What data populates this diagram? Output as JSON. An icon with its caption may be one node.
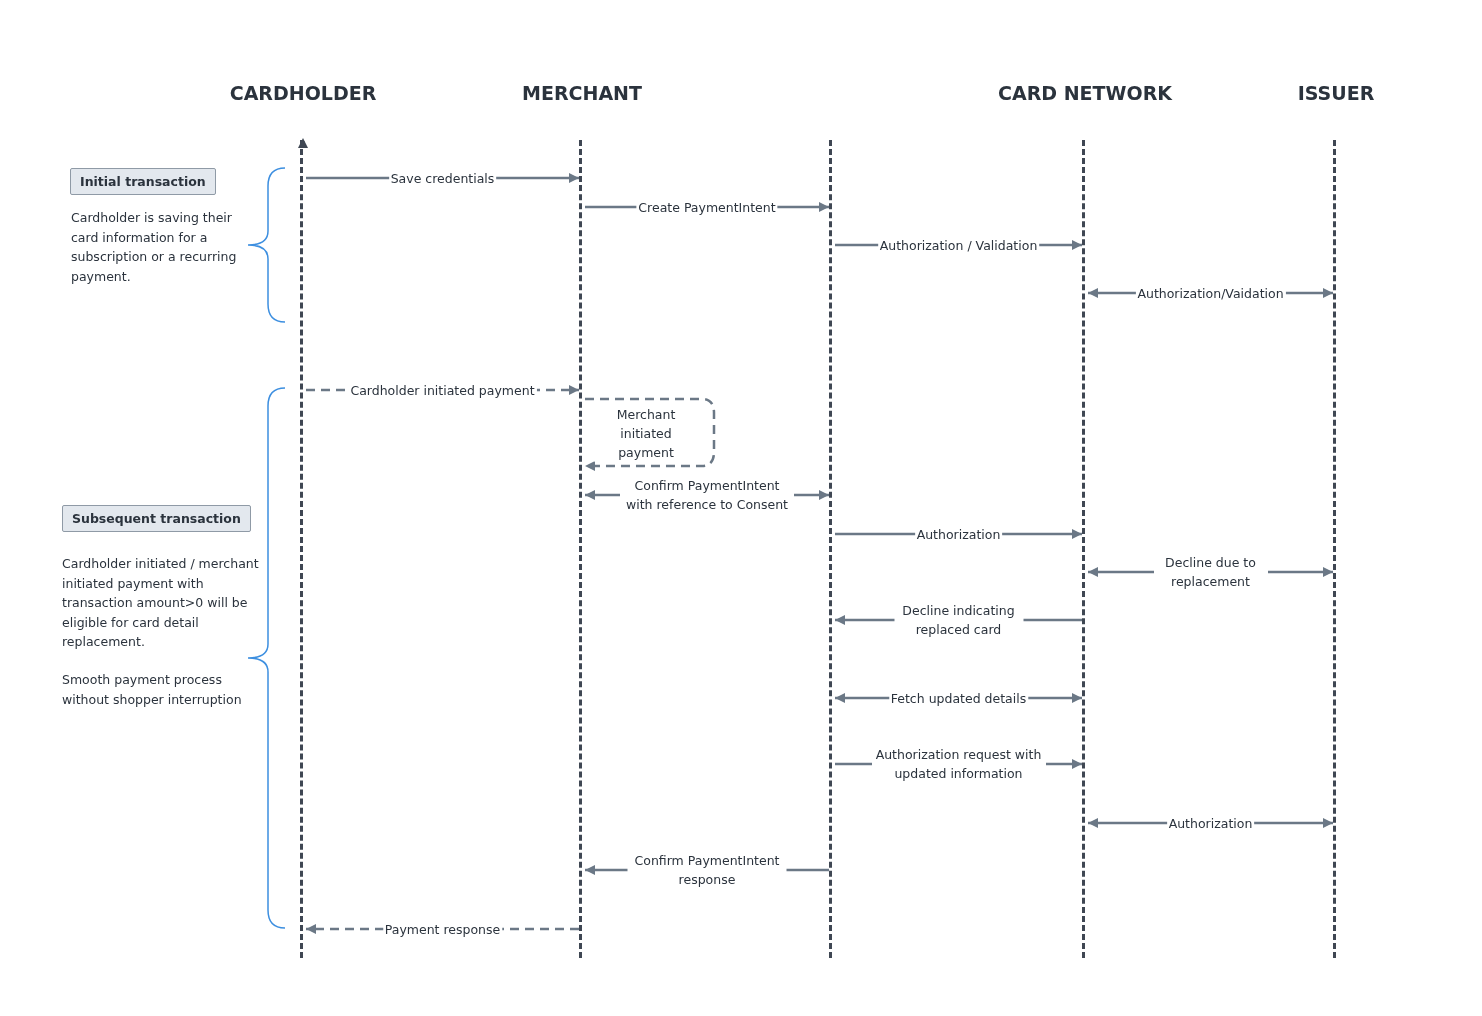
{
  "diagram": {
    "nodes": [
      {
        "text": [
          "CARDHOLDER"
        ]
      },
      {
        "text": [
          "MERCHANT"
        ]
      },
      {
        "text": [],
        "shape": "bar"
      },
      {
        "text": [
          "CARD NETWORK"
        ]
      },
      {
        "text": [
          "ISSUER"
        ]
      },
      {
        "text": [
          "Initial transaction"
        ],
        "beside": [
          "Cardholder is saving their card information for a subscription or a recurring payment."
        ]
      },
      {
        "text": [
          "Subsequent transaction"
        ],
        "beside": [
          "Cardholder initiated / merchant initiated payment with transaction amount>0 will be eligible for card detail replacement.",
          "Smooth payment process without shopper interruption"
        ]
      }
    ],
    "edges": [
      {
        "from": 0,
        "to": 1,
        "arrow": "to",
        "label": "Save credentials"
      },
      {
        "from": 1,
        "to": 2,
        "arrow": "to",
        "label": "Create PaymentIntent"
      },
      {
        "from": 2,
        "to": 3,
        "arrow": "to",
        "label": "Authorization / Validation"
      },
      {
        "from": 3,
        "to": 4,
        "arrow": "both",
        "label": "Authorization/Vaidation"
      },
      {
        "from": 0,
        "to": 1,
        "arrow": "to",
        "label": "Cardholder initiated payment",
        "style": "dashed"
      },
      {
        "from": 1,
        "to": 1,
        "arrow": "to",
        "label": "Merchant initiated payment",
        "style": "dashed"
      },
      {
        "from": 1,
        "to": 2,
        "arrow": "both",
        "label": "Confirm PaymentIntent with reference to Consent"
      },
      {
        "from": 2,
        "to": 3,
        "arrow": "to",
        "label": "Authorization"
      },
      {
        "from": 3,
        "to": 4,
        "arrow": "both",
        "label": "Decline due to replacement"
      },
      {
        "from": 3,
        "to": 2,
        "arrow": "to",
        "label": "Decline indicating replaced card"
      },
      {
        "from": 2,
        "to": 3,
        "arrow": "both",
        "label": "Fetch updated details"
      },
      {
        "from": 2,
        "to": 3,
        "arrow": "to",
        "label": "Authorization request with updated information"
      },
      {
        "from": 3,
        "to": 4,
        "arrow": "both",
        "label": "Authorization"
      },
      {
        "from": 2,
        "to": 1,
        "arrow": "to",
        "label": "Confirm PaymentIntent response"
      },
      {
        "from": 1,
        "to": 0,
        "arrow": "to",
        "label": "Payment response",
        "style": "dashed"
      }
    ]
  }
}
